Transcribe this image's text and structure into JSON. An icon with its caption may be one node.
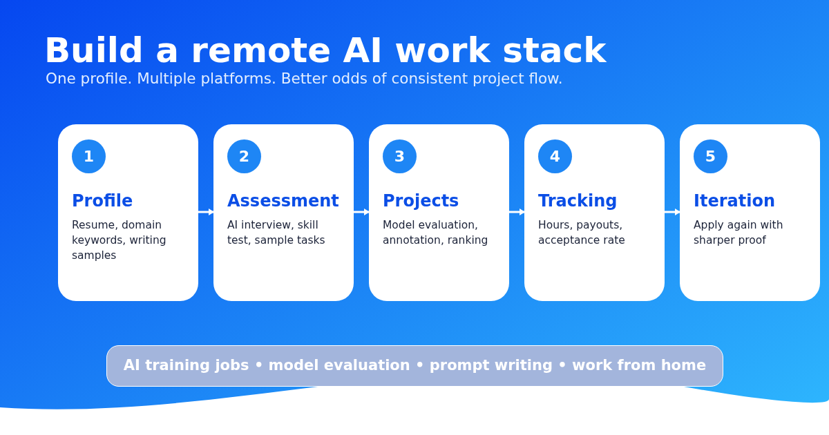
{
  "diagram": {
    "title": "Build a remote AI work stack",
    "caption": "One profile. Multiple platforms. Better odds of consistent project flow.",
    "nodes": [
      {
        "text": [
          "1",
          "Profile",
          "Resume, domain keywords, writing samples"
        ]
      },
      {
        "text": [
          "2",
          "Assessment",
          "AI interview, skill test, sample tasks"
        ]
      },
      {
        "text": [
          "3",
          "Projects",
          "Model evaluation, annotation, ranking"
        ]
      },
      {
        "text": [
          "4",
          "Tracking",
          "Hours, payouts, acceptance rate"
        ]
      },
      {
        "text": [
          "5",
          "Iteration",
          "Apply again with sharper proof"
        ]
      },
      {
        "text": [
          "AI training jobs • model evaluation • prompt writing • work from home"
        ]
      }
    ],
    "edges": [
      {
        "from": 0,
        "to": 1,
        "arrow": "to"
      },
      {
        "from": 1,
        "to": 2,
        "arrow": "to"
      },
      {
        "from": 2,
        "to": 3,
        "arrow": "to"
      },
      {
        "from": 3,
        "to": 4,
        "arrow": "to"
      }
    ]
  }
}
